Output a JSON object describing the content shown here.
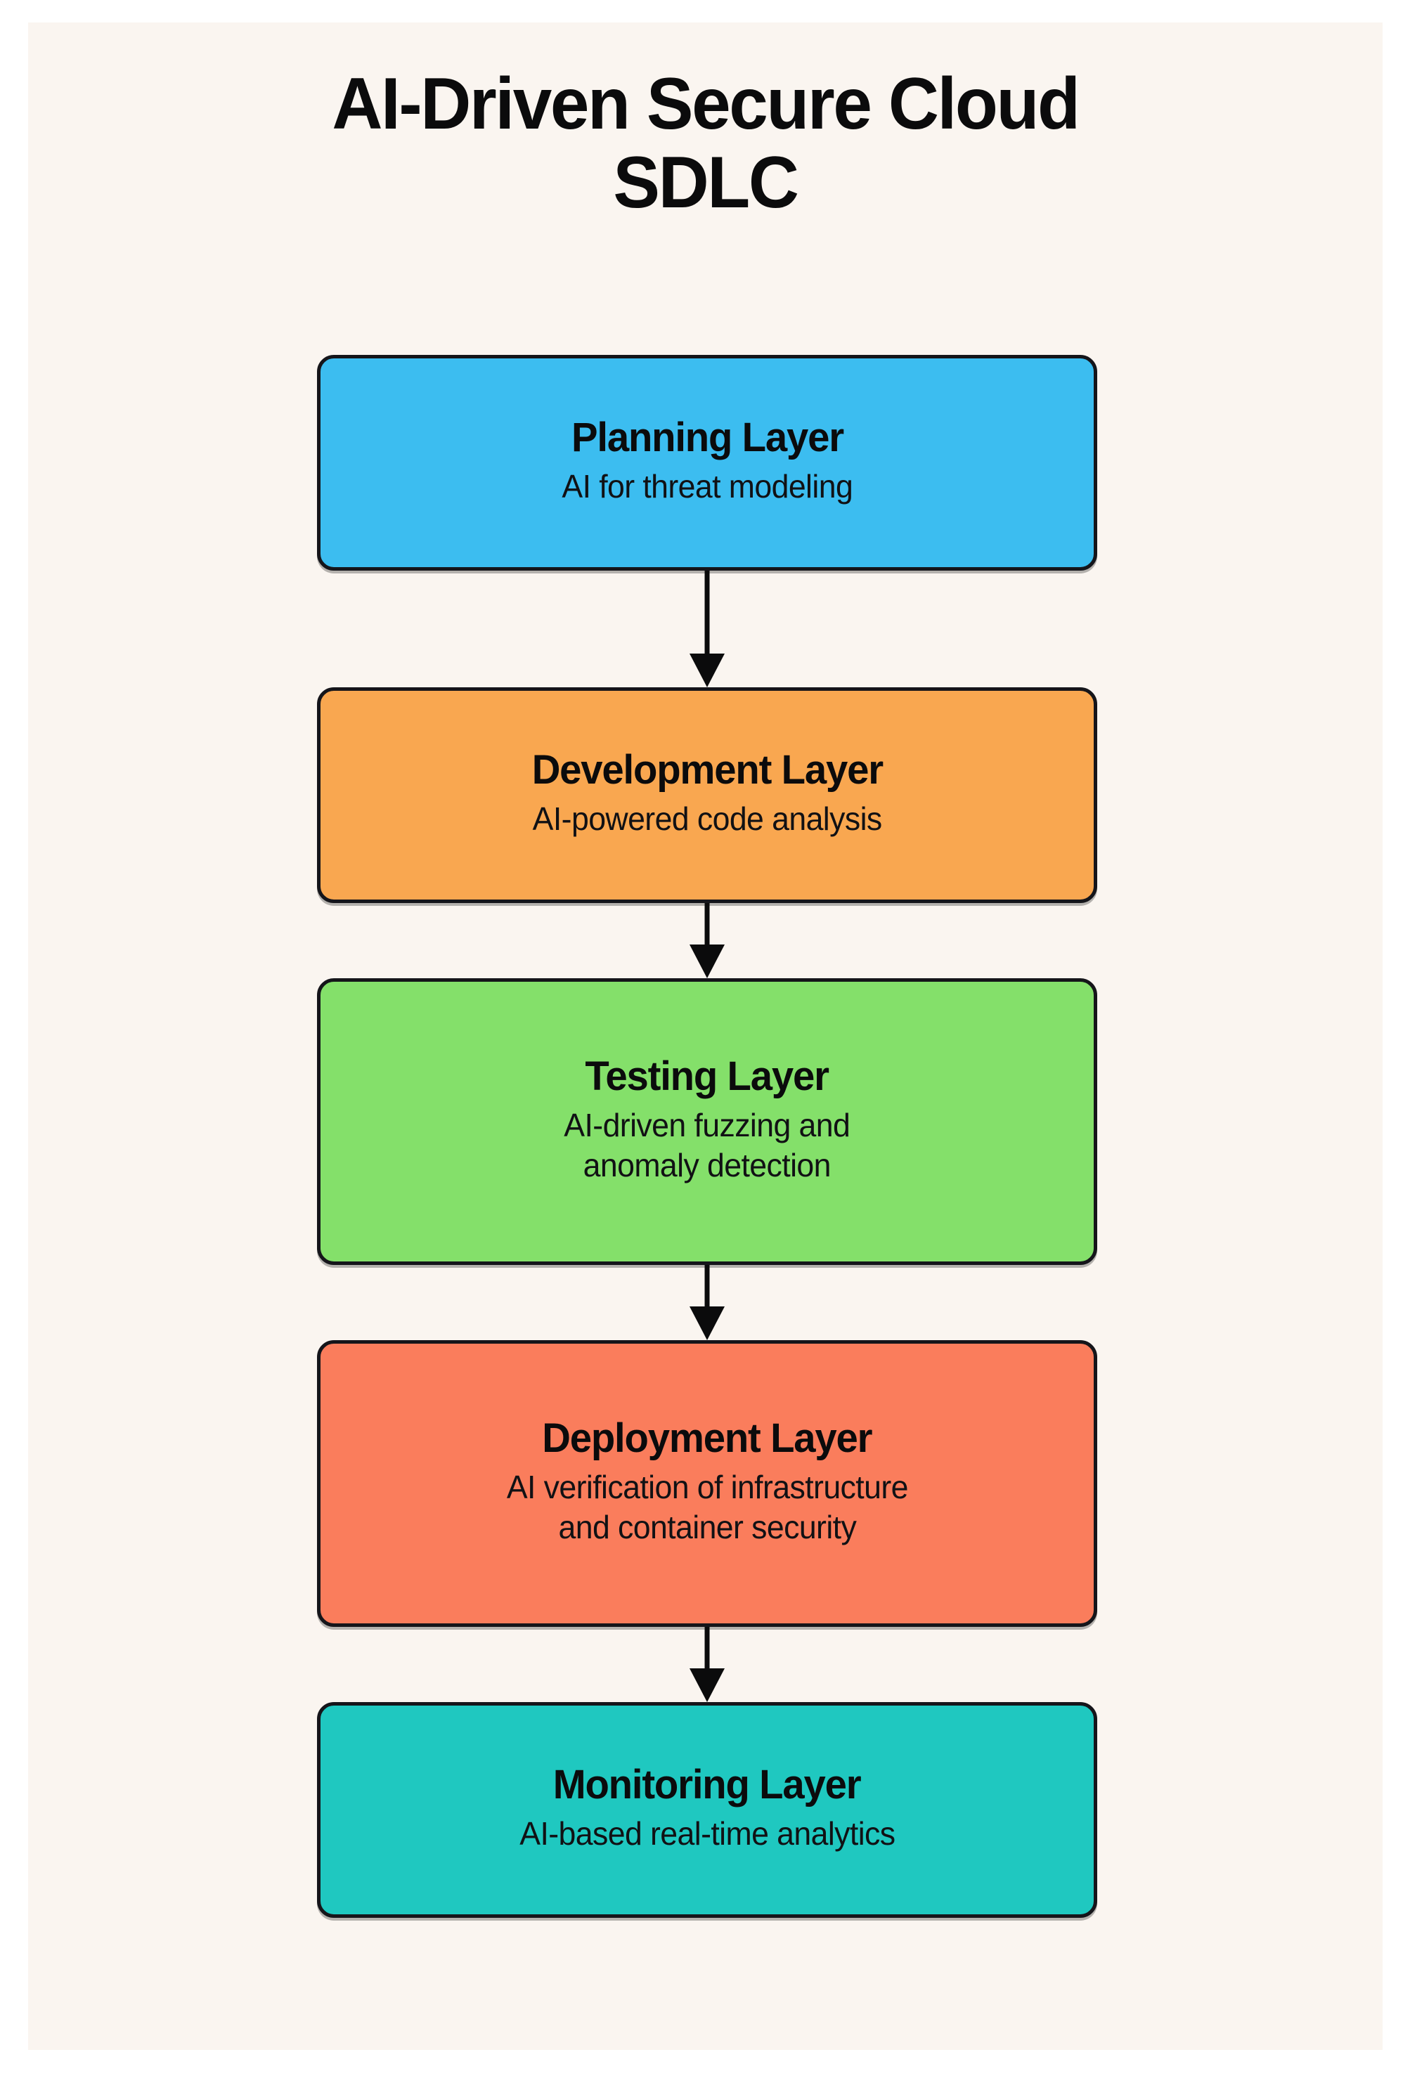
{
  "page": {
    "background_color": "#FFFFFF",
    "canvas_color": "#FAF5F0"
  },
  "title": {
    "line1": "AI-Driven Secure Cloud",
    "line2": "SDLC",
    "full": "AI-Driven Secure Cloud SDLC",
    "color": "#0B0B0C"
  },
  "diagram": {
    "type": "flowchart",
    "orientation": "top-to-bottom",
    "border_color": "#15151A",
    "arrow_color": "#0B0B0C",
    "nodes": [
      {
        "id": "planning",
        "title": "Planning Layer",
        "subtitle_lines": [
          "AI for threat modeling"
        ],
        "color": "#3CBDF0"
      },
      {
        "id": "development",
        "title": "Development Layer",
        "subtitle_lines": [
          "AI-powered code analysis"
        ],
        "color": "#F9A750"
      },
      {
        "id": "testing",
        "title": "Testing Layer",
        "subtitle_lines": [
          "AI-driven fuzzing and",
          "anomaly detection"
        ],
        "color": "#84E06A"
      },
      {
        "id": "deployment",
        "title": "Deployment Layer",
        "subtitle_lines": [
          "AI verification of infrastructure",
          "and container security"
        ],
        "color": "#FA7D5C"
      },
      {
        "id": "monitoring",
        "title": "Monitoring Layer",
        "subtitle_lines": [
          "AI-based real-time analytics"
        ],
        "color": "#1FC8C0"
      }
    ],
    "edges": [
      {
        "from": "planning",
        "to": "development"
      },
      {
        "from": "development",
        "to": "testing"
      },
      {
        "from": "testing",
        "to": "deployment"
      },
      {
        "from": "deployment",
        "to": "monitoring"
      }
    ]
  }
}
